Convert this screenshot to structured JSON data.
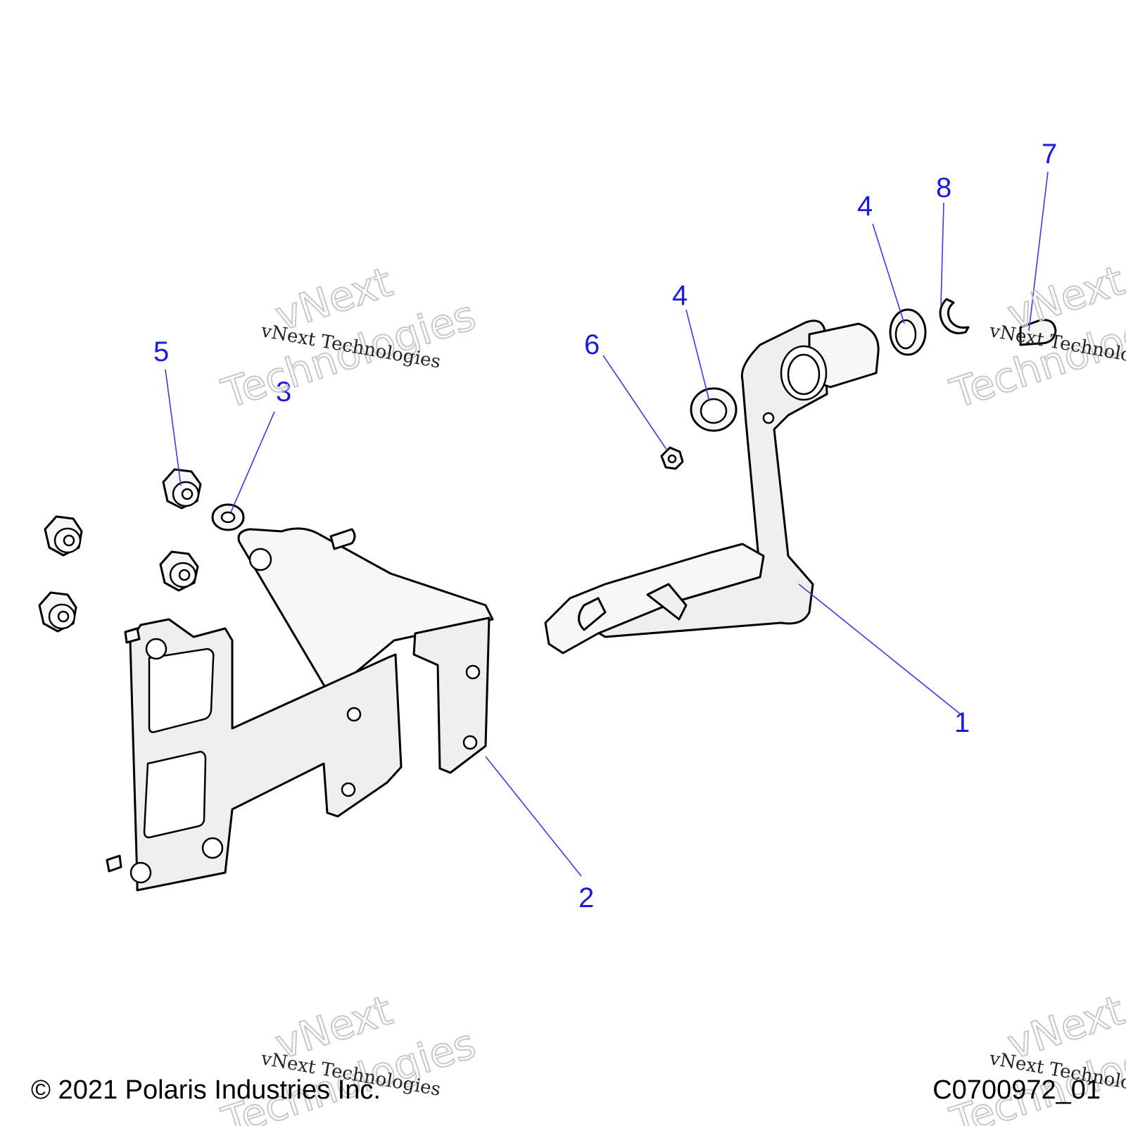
{
  "callouts": {
    "c1": "1",
    "c2": "2",
    "c3": "3",
    "c4a": "4",
    "c4b": "4",
    "c5": "5",
    "c6": "6",
    "c7": "7",
    "c8": "8"
  },
  "watermark": {
    "serif_line": "vNext Technologies",
    "word_1": "vNext",
    "word_2": "Technologies"
  },
  "footer": {
    "copyright": "© 2021 Polaris Industries Inc.",
    "figure_code": "C0700972_01"
  },
  "colors": {
    "callout": "#1a1ae0",
    "leader": "#3a3ae0",
    "outline": "#000000"
  }
}
